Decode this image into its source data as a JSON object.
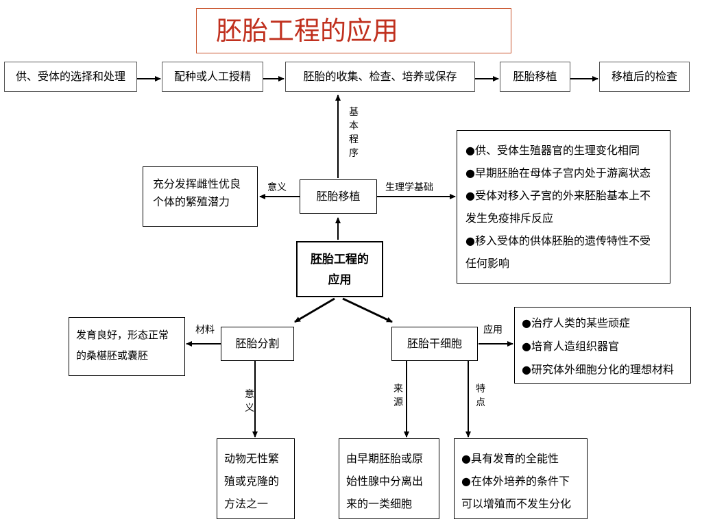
{
  "title": "胚胎工程的应用",
  "procedure": {
    "steps": [
      "供、受体的选择和处理",
      "配种或人工授精",
      "胚胎的收集、检查、培养或保存",
      "胚胎移植",
      "移植后的检查"
    ],
    "label": "基本程序"
  },
  "center": {
    "line1": "胚胎工程的",
    "line2": "应用"
  },
  "transplant": {
    "title": "胚胎移植",
    "significance_label": "意义",
    "significance": {
      "line1": "充分发挥雌性优良",
      "line2": "个体的繁殖潜力"
    },
    "basis_label": "生理学基础",
    "basis": [
      "●供、受体生殖器官的生理变化相同",
      "●早期胚胎在母体子宫内处于游离状态",
      "●受体对移入子宫的外来胚胎基本上不",
      "发生免疫排斥反应",
      "●移入受体的供体胚胎的遗传特性不受",
      "任何影响"
    ]
  },
  "splitting": {
    "title": "胚胎分割",
    "material_label": "材料",
    "material": {
      "line1": "发育良好，形态正常",
      "line2": "的桑椹胚或囊胚"
    },
    "significance_label": "意义",
    "significance": [
      "动物无性繁",
      "殖或克隆的",
      "方法之一"
    ]
  },
  "stem_cell": {
    "title": "胚胎干细胞",
    "application_label": "应用",
    "applications": [
      "●治疗人类的某些顽症",
      "●培育人造组织器官",
      "●研究体外细胞分化的理想材料"
    ],
    "source_label": "来源",
    "source": [
      "由早期胚胎或原",
      "始性腺中分离出",
      "来的一类细胞"
    ],
    "feature_label": "特点",
    "features": [
      "●具有发育的全能性",
      "●在体外培养的条件下",
      "可以增殖而不发生分化"
    ]
  }
}
